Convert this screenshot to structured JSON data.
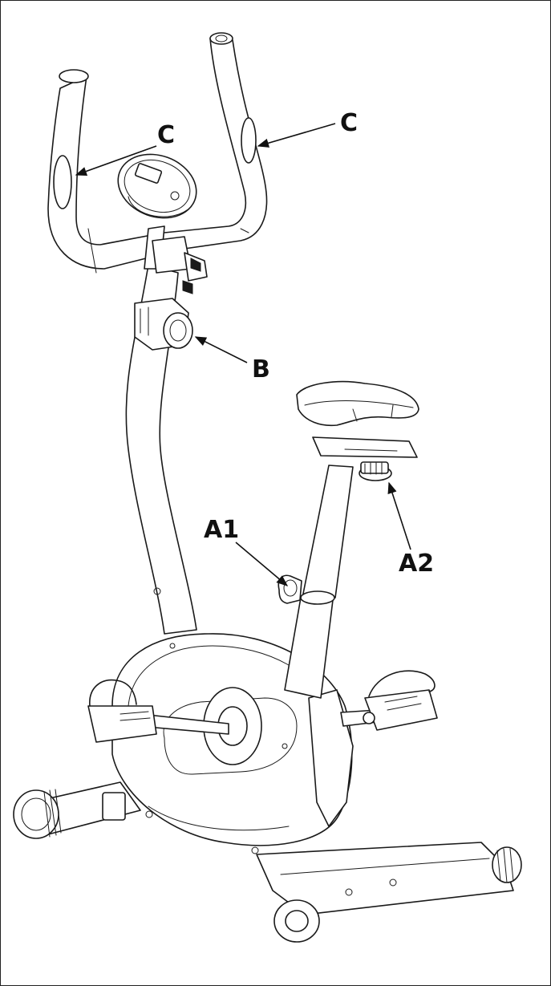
{
  "labels": {
    "c_left": "C",
    "c_right": "C",
    "b": "B",
    "a1": "A1",
    "a2": "A2"
  },
  "colors": {
    "line": "#1a1a1a",
    "background": "#ffffff"
  }
}
